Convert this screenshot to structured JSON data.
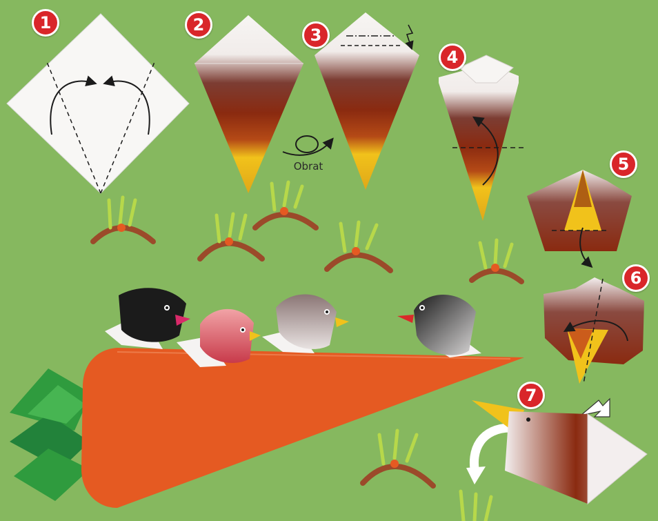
{
  "steps": [
    {
      "num": "1"
    },
    {
      "num": "2"
    },
    {
      "num": "3"
    },
    {
      "num": "4"
    },
    {
      "num": "5"
    },
    {
      "num": "6"
    },
    {
      "num": "7"
    }
  ],
  "turn_over_label": "Obrat",
  "colors": {
    "background": "#86b85f",
    "paper_white": "#f7f5f3",
    "brown": "#8a2a10",
    "yellow": "#f1c21b",
    "carrot": "#e55a22",
    "leaves": "#2f9b3e",
    "badge": "#d9262a"
  }
}
